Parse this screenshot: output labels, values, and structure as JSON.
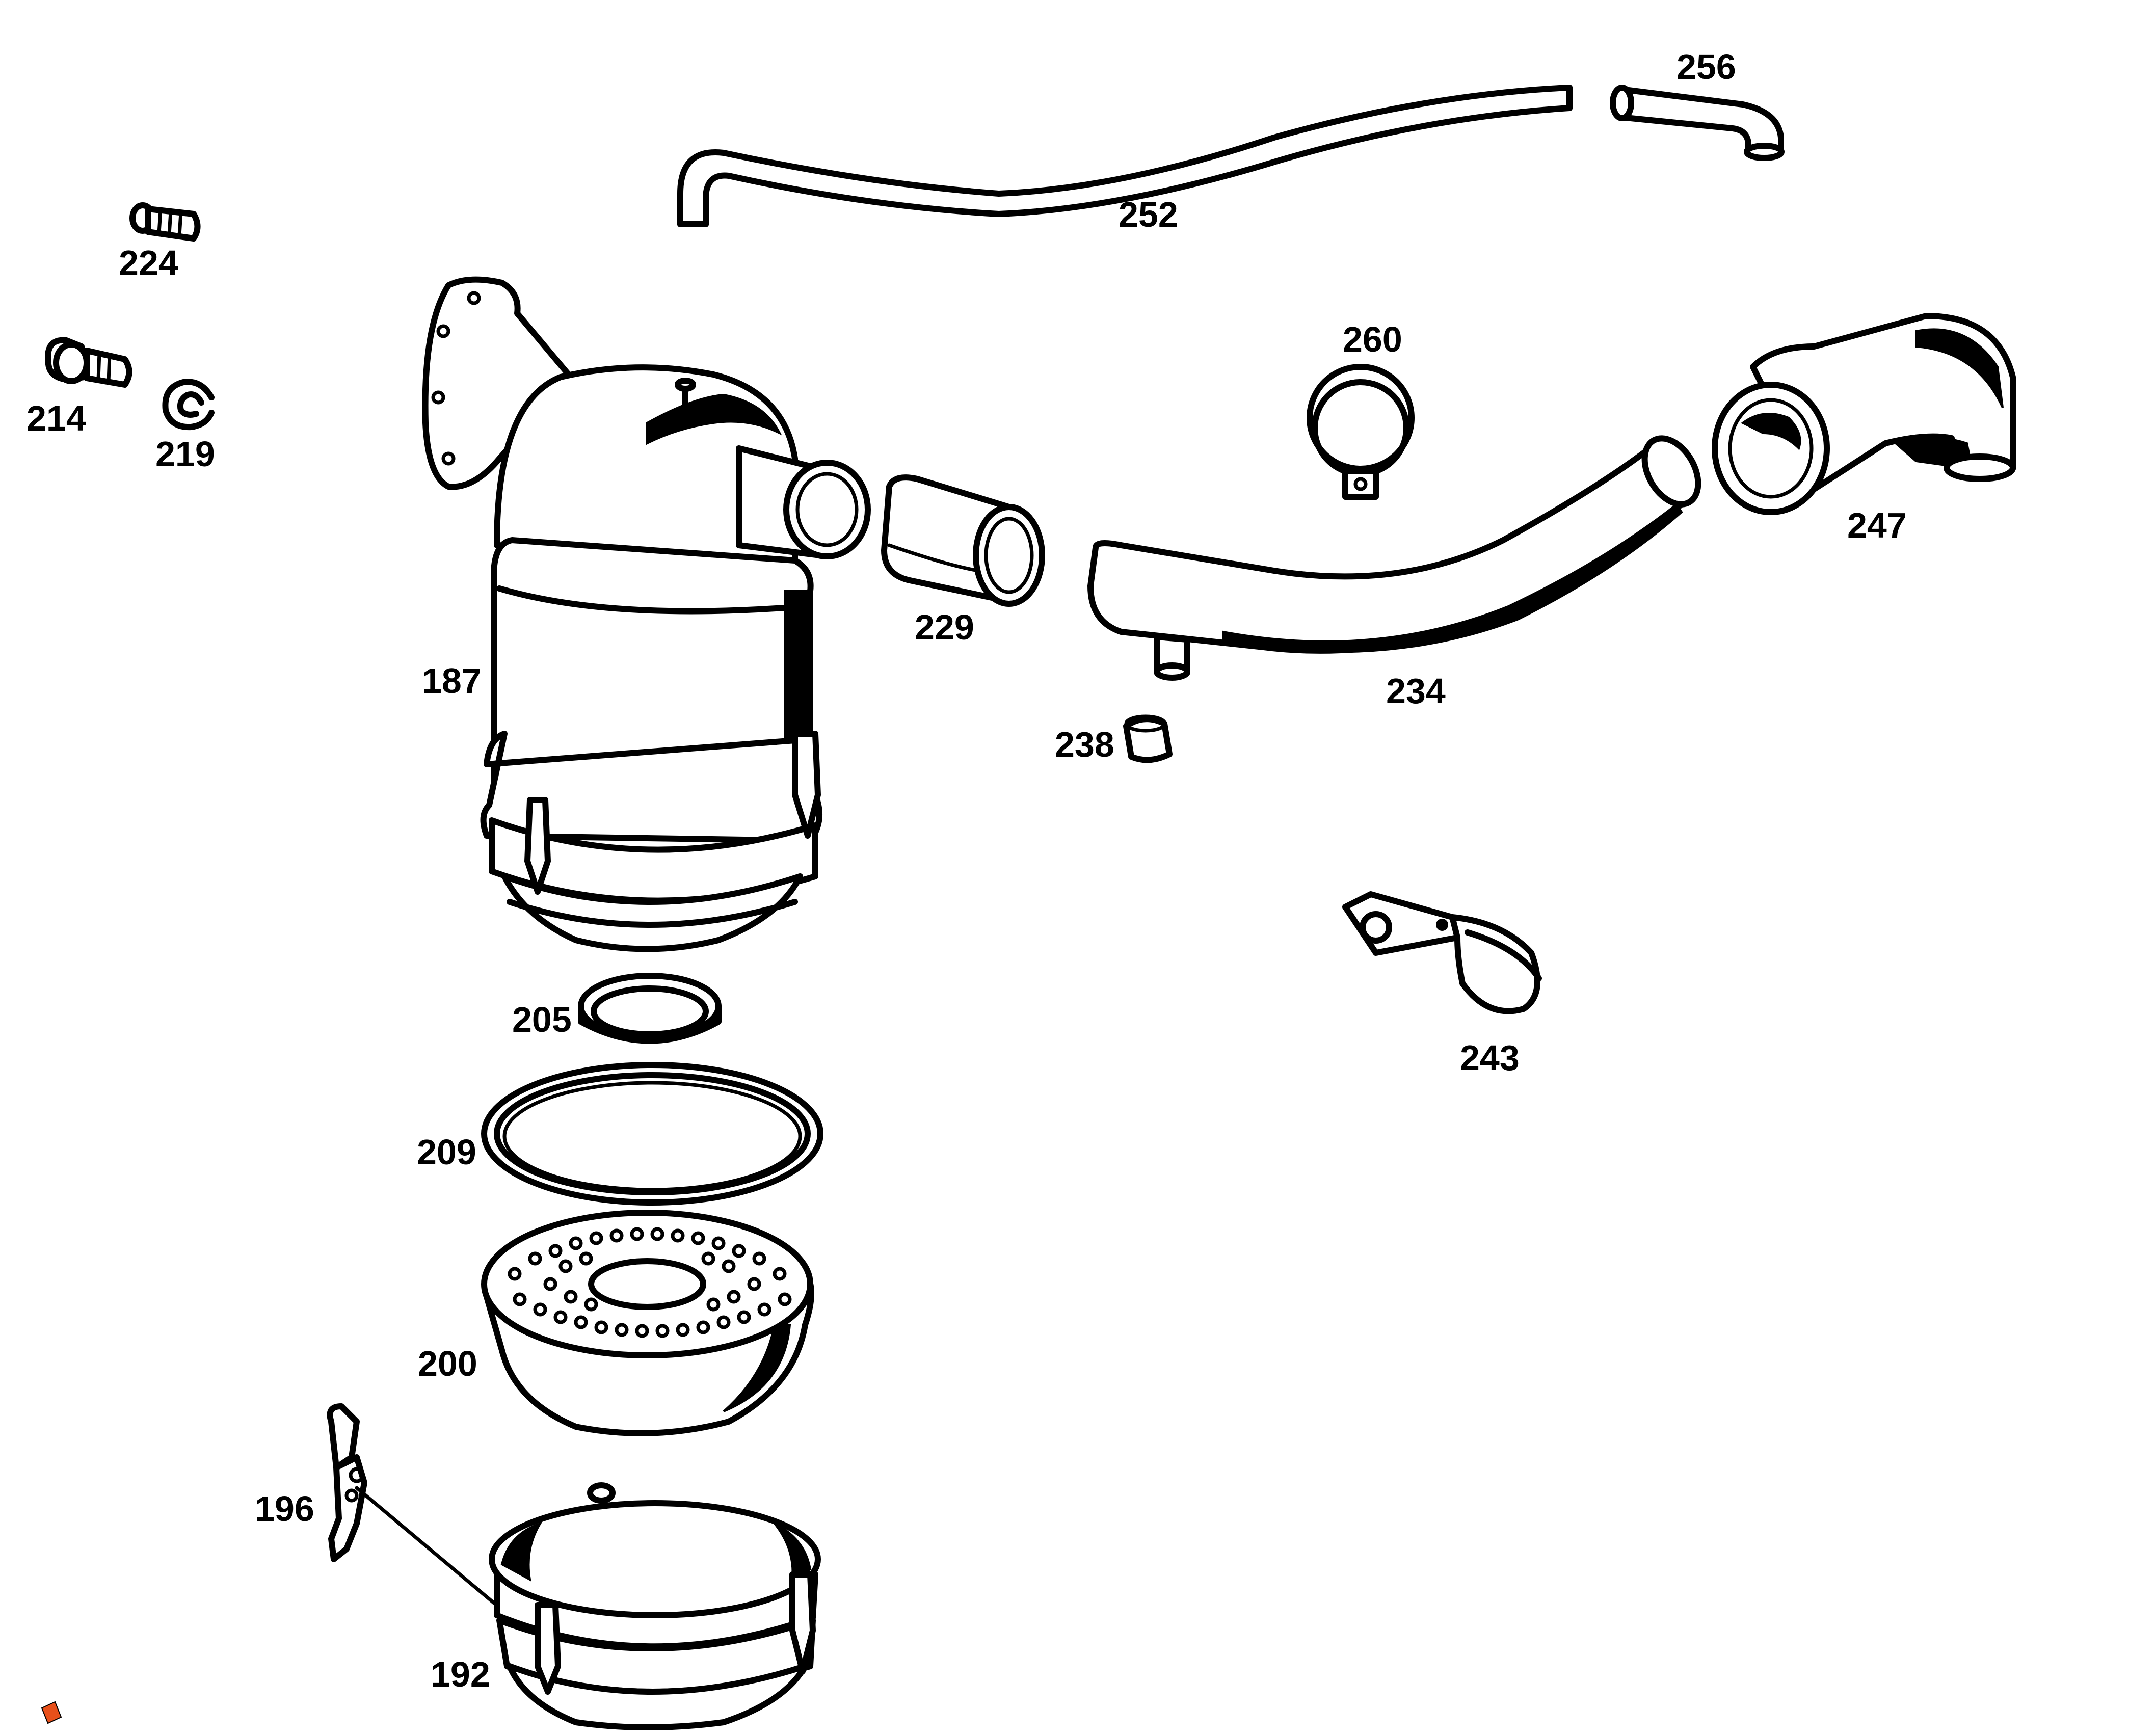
{
  "parts": [
    {
      "id": "filter-housing",
      "label": "187"
    },
    {
      "id": "filter-bowl",
      "label": "192"
    },
    {
      "id": "latch-clip",
      "label": "196"
    },
    {
      "id": "filter-element",
      "label": "200"
    },
    {
      "id": "seal-ring-small",
      "label": "205"
    },
    {
      "id": "gasket-ring-large",
      "label": "209"
    },
    {
      "id": "bolt-large",
      "label": "214"
    },
    {
      "id": "lock-washer",
      "label": "219"
    },
    {
      "id": "bolt-small",
      "label": "224"
    },
    {
      "id": "sleeve",
      "label": "229"
    },
    {
      "id": "intake-pipe",
      "label": "234"
    },
    {
      "id": "cap",
      "label": "238"
    },
    {
      "id": "mounting-bracket",
      "label": "243"
    },
    {
      "id": "elbow-connector",
      "label": "247"
    },
    {
      "id": "breather-line",
      "label": "252"
    },
    {
      "id": "hose-elbow",
      "label": "256"
    },
    {
      "id": "hose-clamp",
      "label": "260"
    }
  ],
  "badge": {
    "color": "#e8501a"
  }
}
